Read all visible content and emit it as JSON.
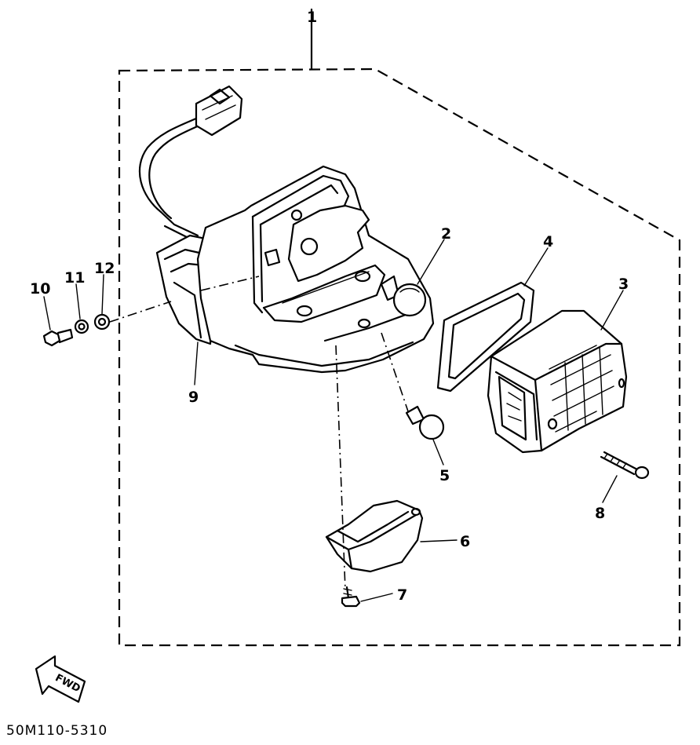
{
  "labels": {
    "p1": "1",
    "p2": "2",
    "p3": "3",
    "p4": "4",
    "p5": "5",
    "p6": "6",
    "p7": "7",
    "p8": "8",
    "p9": "9",
    "p10": "10",
    "p11": "11",
    "p12": "12"
  },
  "fwd": "FWD",
  "drawing_code": "50M110-5310"
}
